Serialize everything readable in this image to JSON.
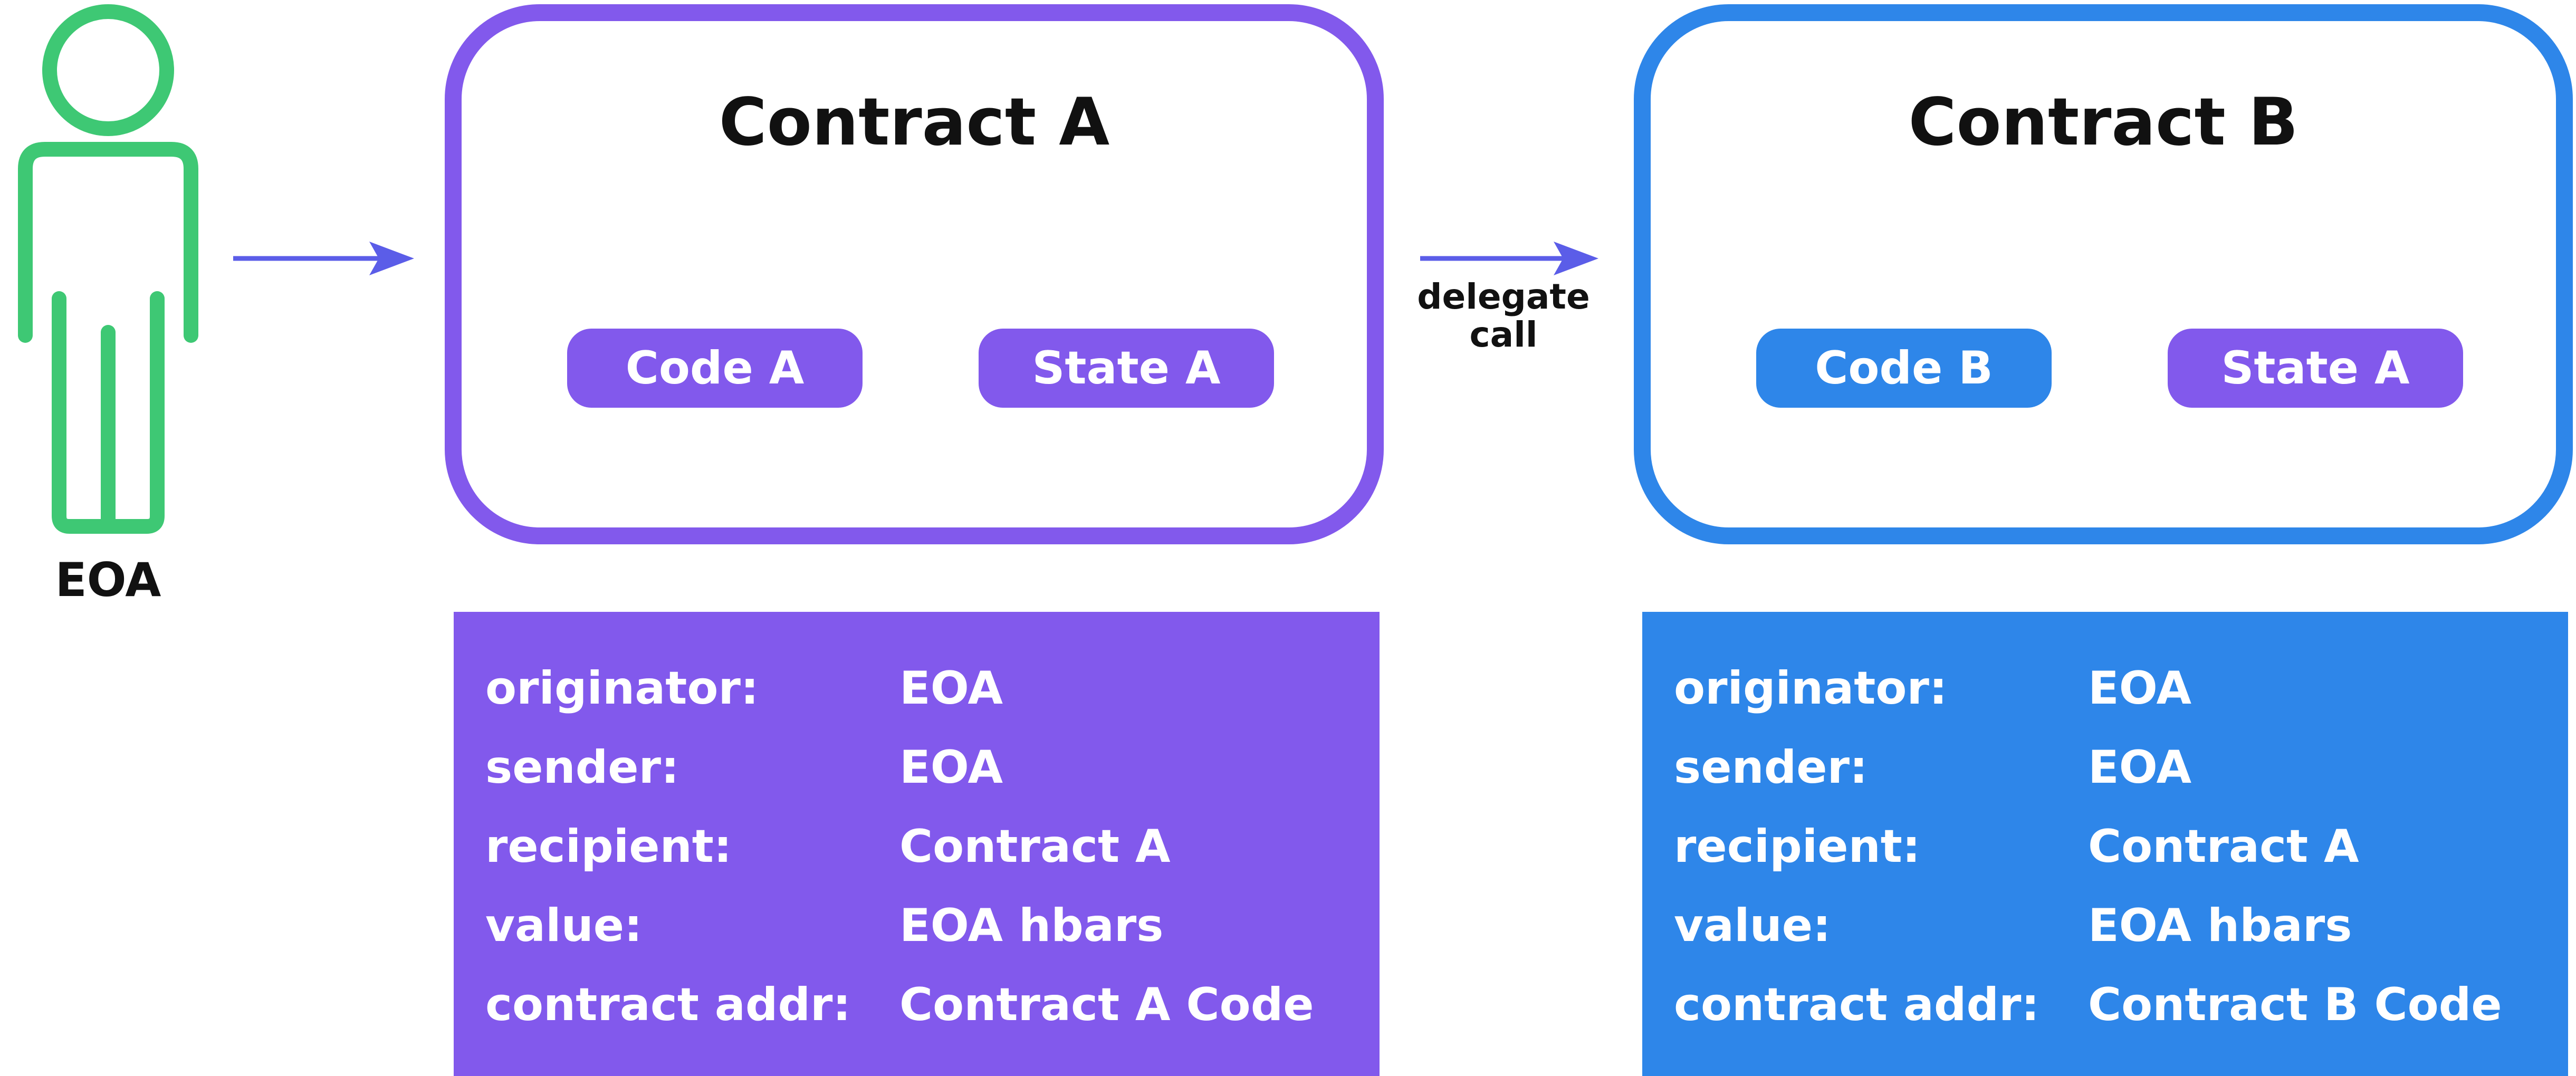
{
  "eoa": {
    "label": "EOA"
  },
  "delegate_call": {
    "line1": "delegate",
    "line2": "call"
  },
  "contract_a": {
    "title": "Contract A",
    "code_label": "Code A",
    "state_label": "State A"
  },
  "contract_b": {
    "title": "Contract B",
    "code_label": "Code B",
    "state_label": "State A"
  },
  "context_a": {
    "rows": [
      {
        "key": "originator:",
        "value": "EOA"
      },
      {
        "key": "sender:",
        "value": "EOA"
      },
      {
        "key": "recipient:",
        "value": "Contract A"
      },
      {
        "key": "value:",
        "value": "EOA hbars"
      },
      {
        "key": "contract addr:",
        "value": "Contract A Code"
      }
    ]
  },
  "context_b": {
    "rows": [
      {
        "key": "originator:",
        "value": "EOA"
      },
      {
        "key": "sender:",
        "value": "EOA"
      },
      {
        "key": "recipient:",
        "value": "Contract A"
      },
      {
        "key": "value:",
        "value": "EOA hbars"
      },
      {
        "key": "contract addr:",
        "value": "Contract B Code"
      }
    ]
  },
  "colors": {
    "purple": "#8259ec",
    "blue": "#2e86e9",
    "green": "#3ec874",
    "arrow": "#5b5de8",
    "text": "#111111"
  }
}
